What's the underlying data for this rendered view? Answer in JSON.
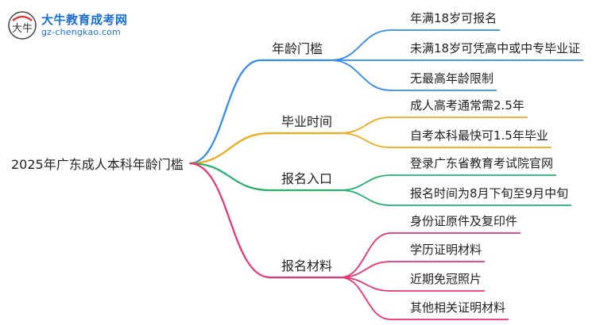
{
  "logo": {
    "title": "大牛教育成考网",
    "url": "gz-chengkao.com",
    "mark_text": "大牛"
  },
  "root": {
    "label": "2025年广东成人本科年龄门槛"
  },
  "branches": [
    {
      "label": "年龄门槛",
      "color": "#2f8af5",
      "leaves": [
        "年满18岁可报名",
        "未满18岁可凭高中或中专毕业证",
        "无最高年龄限制"
      ]
    },
    {
      "label": "毕业时间",
      "color": "#f2a818",
      "leaves": [
        "成人高考通常需2.5年",
        "自考本科最快可1.5年毕业"
      ]
    },
    {
      "label": "报名入口",
      "color": "#22b06a",
      "leaves": [
        "登录广东省教育考试院官网",
        "报名时间为8月下旬至9月中旬"
      ]
    },
    {
      "label": "报名材料",
      "color": "#e8336f",
      "leaves": [
        "身份证原件及复印件",
        "学历证明材料",
        "近期免冠照片",
        "其他相关证明材料"
      ]
    }
  ]
}
